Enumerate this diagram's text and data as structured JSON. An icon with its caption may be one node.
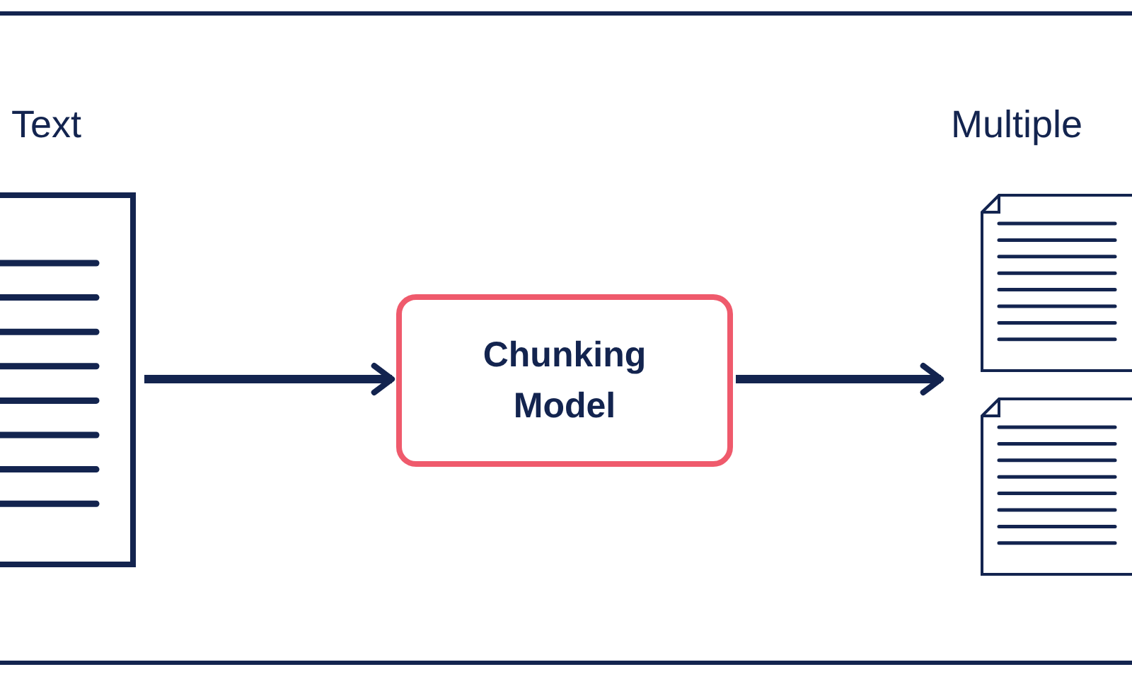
{
  "diagram": {
    "nodes": [
      {
        "text": [
          "Text"
        ]
      },
      {
        "text": [
          "Chunking Model"
        ]
      },
      {
        "text": [
          "Multiple"
        ]
      }
    ],
    "edges": [
      {
        "from": 0,
        "to": 1,
        "arrow": "to"
      },
      {
        "from": 1,
        "to": 2,
        "arrow": "to"
      }
    ]
  }
}
